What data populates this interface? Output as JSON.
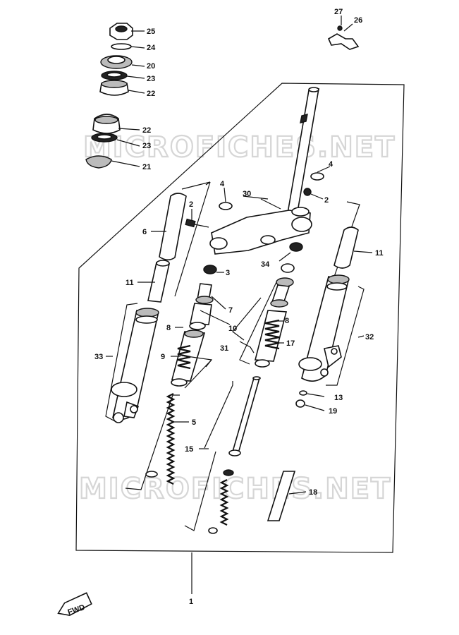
{
  "watermark": "MICROFICHES.NET",
  "fwd_label": "FWD",
  "callouts": [
    {
      "id": "p25",
      "text": "25"
    },
    {
      "id": "p24",
      "text": "24"
    },
    {
      "id": "p20",
      "text": "20"
    },
    {
      "id": "p23a",
      "text": "23"
    },
    {
      "id": "p22a",
      "text": "22"
    },
    {
      "id": "p22b",
      "text": "22"
    },
    {
      "id": "p23b",
      "text": "23"
    },
    {
      "id": "p21",
      "text": "21"
    },
    {
      "id": "p27",
      "text": "27"
    },
    {
      "id": "p26",
      "text": "26"
    },
    {
      "id": "p4a",
      "text": "4"
    },
    {
      "id": "p4b",
      "text": "4"
    },
    {
      "id": "p30",
      "text": "30"
    },
    {
      "id": "p2a",
      "text": "2"
    },
    {
      "id": "p2b",
      "text": "2"
    },
    {
      "id": "p6",
      "text": "6"
    },
    {
      "id": "p11a",
      "text": "11"
    },
    {
      "id": "p11b",
      "text": "11"
    },
    {
      "id": "p3",
      "text": "3"
    },
    {
      "id": "p34",
      "text": "34"
    },
    {
      "id": "p7",
      "text": "7"
    },
    {
      "id": "p8a",
      "text": "8"
    },
    {
      "id": "p8b",
      "text": "8"
    },
    {
      "id": "p10",
      "text": "10"
    },
    {
      "id": "p9",
      "text": "9"
    },
    {
      "id": "p31",
      "text": "31"
    },
    {
      "id": "p17",
      "text": "17"
    },
    {
      "id": "p32",
      "text": "32"
    },
    {
      "id": "p33",
      "text": "33"
    },
    {
      "id": "p5",
      "text": "5"
    },
    {
      "id": "p13",
      "text": "13"
    },
    {
      "id": "p19",
      "text": "19"
    },
    {
      "id": "p15",
      "text": "15"
    },
    {
      "id": "p18",
      "text": "18"
    },
    {
      "id": "p1",
      "text": "1"
    }
  ]
}
